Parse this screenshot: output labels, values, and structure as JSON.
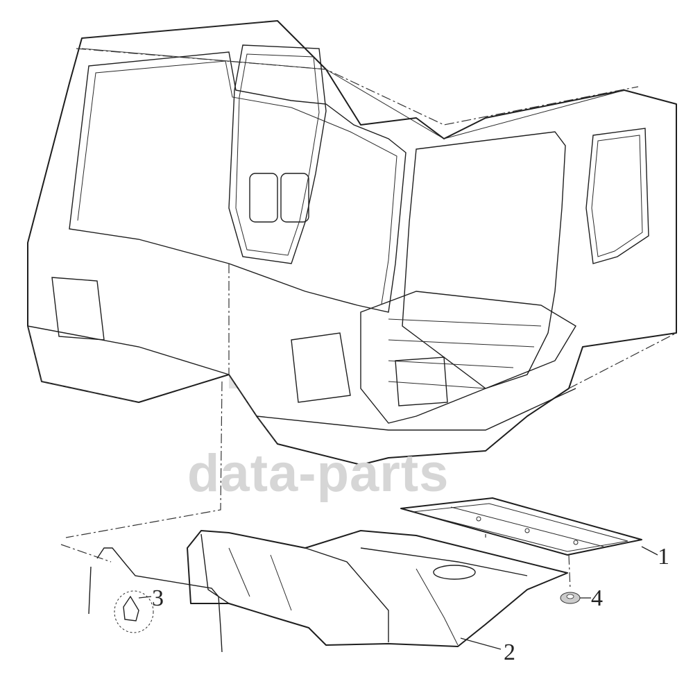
{
  "watermark": {
    "text": "data-parts"
  },
  "callouts": [
    {
      "id": "1",
      "label": "1"
    },
    {
      "id": "2",
      "label": "2"
    },
    {
      "id": "3",
      "label": "3"
    },
    {
      "id": "4",
      "label": "4"
    }
  ],
  "colors": {
    "line": "#1e1e1e",
    "watermark": "#d6d6d6",
    "background": "#ffffff"
  }
}
